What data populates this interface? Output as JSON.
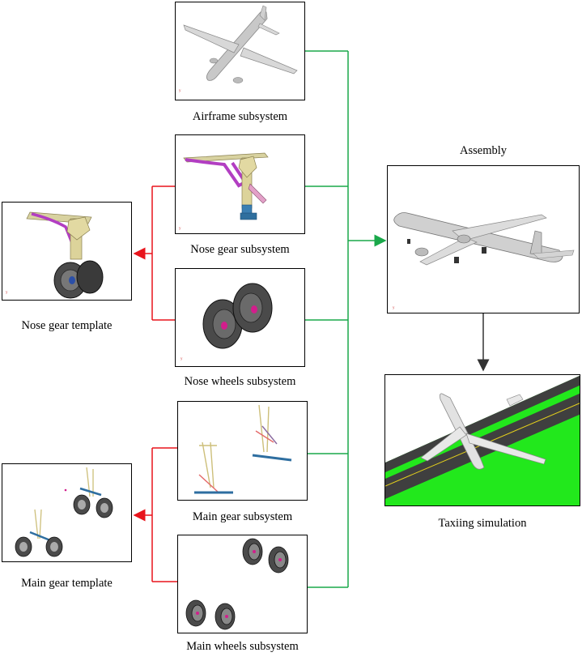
{
  "labels": {
    "airframe": "Airframe subsystem",
    "nose_gear_subsystem": "Nose gear subsystem",
    "nose_wheels_subsystem": "Nose wheels subsystem",
    "main_gear_subsystem": "Main gear subsystem",
    "main_wheels_subsystem": "Main wheels subsystem",
    "nose_gear_template": "Nose gear template",
    "main_gear_template": "Main gear template",
    "assembly": "Assembly",
    "taxiing": "Taxiing simulation"
  },
  "colors": {
    "green_connector": "#1aa84a",
    "red_connector": "#e8141c",
    "dark_arrow": "#333333",
    "grass": "#22e81c",
    "runway": "#3f3f3f"
  }
}
